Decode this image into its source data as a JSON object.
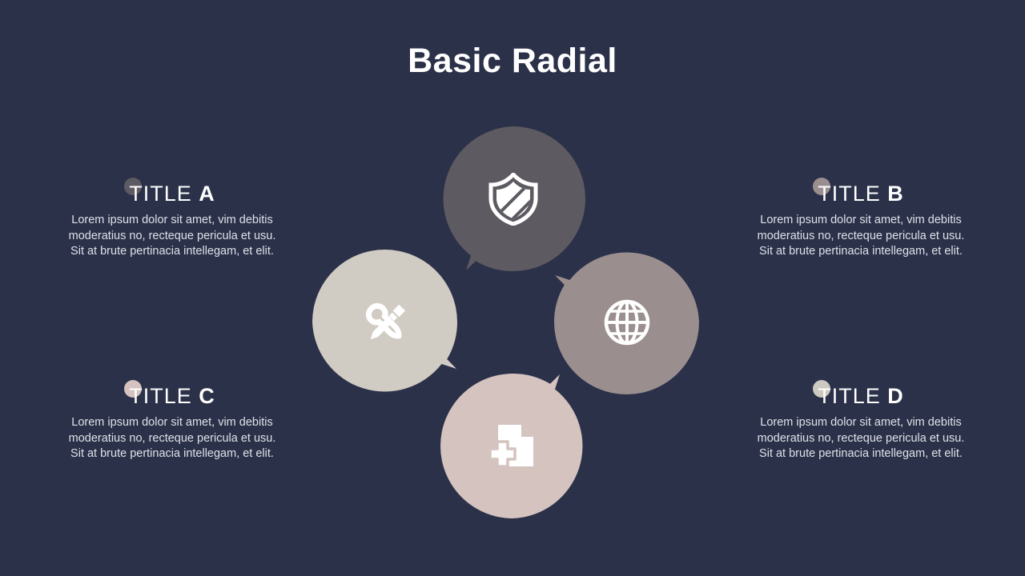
{
  "slide": {
    "title": "Basic Radial",
    "background_color": "#2b3149",
    "title_color": "#ffffff",
    "body_text_color": "#dfe1e8"
  },
  "body_lines": [
    "Lorem ipsum dolor sit amet, vim debitis",
    "moderatius no, recteque pericula et usu.",
    "Sit at brute pertinacia intellegam, et elit."
  ],
  "items": [
    {
      "label": "TITLE",
      "letter": "A",
      "dot_color": "#5d5a61",
      "side": "left",
      "body": [
        "Lorem ipsum dolor sit amet, vim debitis",
        "moderatius no, recteque pericula et usu.",
        "Sit at brute pertinacia intellegam, et elit."
      ]
    },
    {
      "label": "TITLE",
      "letter": "B",
      "dot_color": "#9b8e90",
      "side": "right",
      "body": [
        "Lorem ipsum dolor sit amet, vim debitis",
        "moderatius no, recteque pericula et usu.",
        "Sit at brute pertinacia intellegam, et elit."
      ]
    },
    {
      "label": "TITLE",
      "letter": "C",
      "dot_color": "#d5c3bf",
      "side": "left",
      "body": [
        "Lorem ipsum dolor sit amet, vim debitis",
        "moderatius no, recteque pericula et usu.",
        "Sit at brute pertinacia intellegam, et elit."
      ]
    },
    {
      "label": "TITLE",
      "letter": "D",
      "dot_color": "#cdc8c0",
      "side": "right",
      "body": [
        "Lorem ipsum dolor sit amet, vim debitis",
        "moderatius no, recteque pericula et usu.",
        "Sit at brute pertinacia intellegam, et elit."
      ]
    }
  ],
  "diagram": {
    "nodes": [
      {
        "position": "top",
        "icon": "shield-icon",
        "color": "#5d5a61",
        "linked_title": "A"
      },
      {
        "position": "right",
        "icon": "globe-icon",
        "color": "#9a8e8e",
        "linked_title": "B"
      },
      {
        "position": "bottom",
        "icon": "document-plus-icon",
        "color": "#d4c3bf",
        "linked_title": "D"
      },
      {
        "position": "left",
        "icon": "tools-icon",
        "color": "#d0cbc3",
        "linked_title": "C"
      }
    ],
    "icon_color": "#ffffff"
  }
}
